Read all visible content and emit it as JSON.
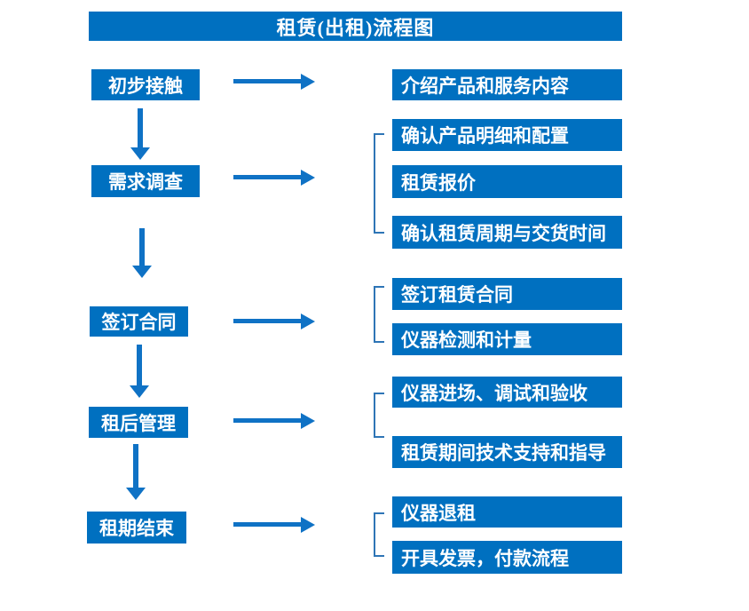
{
  "title": "租赁(出租)流程图",
  "colors": {
    "primary_blue": "#0070C0",
    "arrow_blue": "#0f72c5",
    "bracket_blue": "#2E75B6",
    "text_white": "#FFFFFF",
    "background": "#FFFFFF"
  },
  "stages": [
    {
      "label": "初步接触",
      "details": [
        "介绍产品和服务内容"
      ]
    },
    {
      "label": "需求调查",
      "details": [
        "确认产品明细和配置",
        "租赁报价",
        "确认租赁周期与交货时间"
      ]
    },
    {
      "label": "签订合同",
      "details": [
        "签订租赁合同",
        "仪器检测和计量"
      ]
    },
    {
      "label": "租后管理",
      "details": [
        "仪器进场、调试和验收",
        "租赁期间技术支持和指导"
      ]
    },
    {
      "label": "租期结束",
      "details": [
        "仪器退租",
        "开具发票，付款流程"
      ]
    }
  ]
}
